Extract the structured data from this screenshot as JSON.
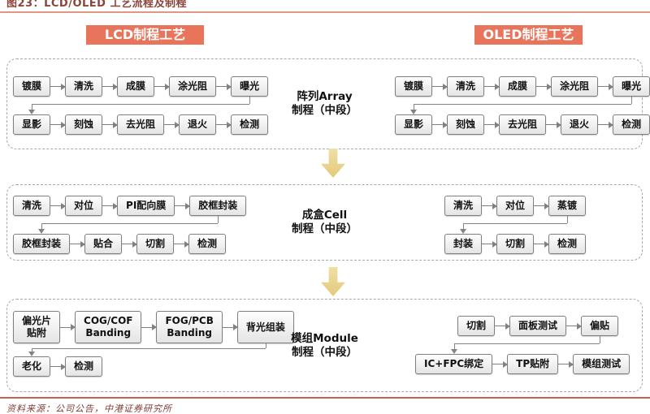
{
  "title": "图23：LCD/OLED 工艺流程及制程",
  "badges": {
    "lcd": "LCD制程工艺",
    "oled": "OLED制程工艺"
  },
  "source": "资料来源：公司公告，中港证券研究所",
  "colors": {
    "accent": "#E8745C",
    "title_text": "#8B443C",
    "top_divider": "#E39782",
    "bottom_divider": "#C9604A",
    "block_arrow": "#E8D188",
    "box_border": "#7F7F7F",
    "connector": "#808080"
  },
  "sections": [
    {
      "name": "array",
      "label": "阵列Array\n制程（中段）",
      "lcd": [
        [
          "镀膜",
          "清洗",
          "成膜",
          "涂光阻",
          "曝光"
        ],
        [
          "显影",
          "刻蚀",
          "去光阻",
          "退火",
          "检测"
        ]
      ],
      "oled": [
        [
          "镀膜",
          "清洗",
          "成膜",
          "涂光阻",
          "曝光"
        ],
        [
          "显影",
          "刻蚀",
          "去光阻",
          "退火",
          "检测"
        ]
      ]
    },
    {
      "name": "cell",
      "label": "成盒Cell\n制程（中段）",
      "lcd": [
        [
          "清洗",
          "对位",
          "PI配向膜",
          "胶框封装"
        ],
        [
          "胶框封装",
          "贴合",
          "切割",
          "检测"
        ]
      ],
      "oled": [
        [
          "清洗",
          "对位",
          "蒸镀"
        ],
        [
          "封装",
          "切割",
          "检测"
        ]
      ]
    },
    {
      "name": "module",
      "label": "模组Module\n制程（中段）",
      "lcd": [
        [
          "偏光片\n贴附",
          "COG/COF\nBanding",
          "FOG/PCB\nBanding",
          "背光组装"
        ],
        [
          "老化",
          "检测"
        ]
      ],
      "oled": [
        [
          "切割",
          "面板测试",
          "偏贴"
        ],
        [
          "IC+FPC绑定",
          "TP贴附",
          "模组测试"
        ]
      ]
    }
  ]
}
